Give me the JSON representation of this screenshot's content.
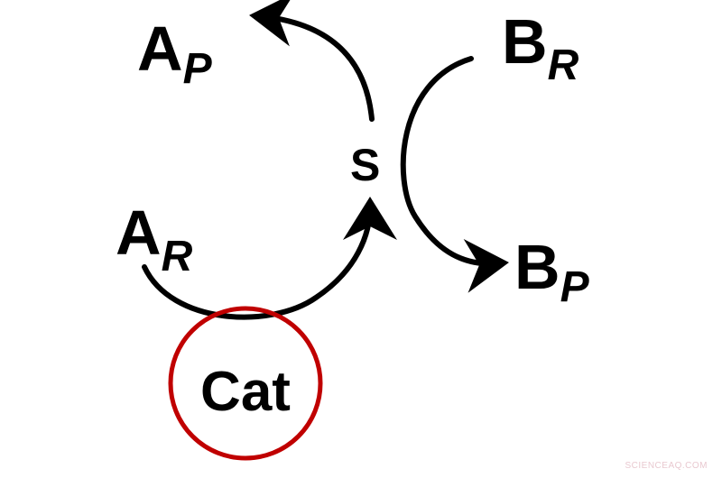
{
  "diagram": {
    "nodes": {
      "a_product": {
        "main": "A",
        "sub": "P"
      },
      "a_reactant": {
        "main": "A",
        "sub": "R"
      },
      "b_reactant": {
        "main": "B",
        "sub": "R"
      },
      "b_product": {
        "main": "B",
        "sub": "P"
      },
      "shuttle": {
        "label": "S"
      },
      "catalyst": {
        "label": "Cat"
      }
    },
    "edges": [
      {
        "from": "A_R",
        "to": "S",
        "via": "Cat"
      },
      {
        "from": "S",
        "to": "A_P"
      },
      {
        "from": "B_R",
        "to": "B_P",
        "via": "S"
      }
    ],
    "colors": {
      "stroke": "#000000",
      "catalyst_ring": "#c00000",
      "watermark": "#e9c9d0"
    }
  },
  "watermark": "SCIENCEAQ.COM"
}
